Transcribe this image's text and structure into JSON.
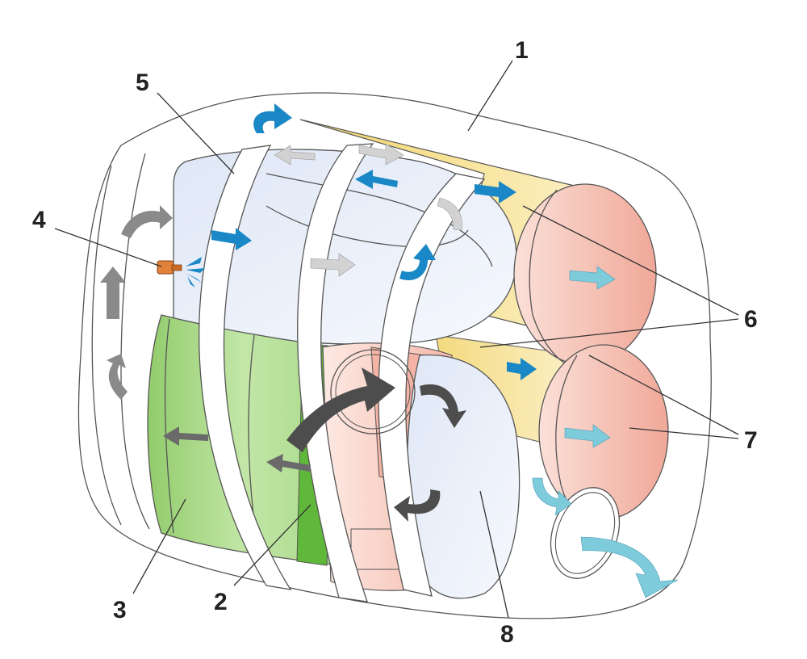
{
  "callouts": [
    {
      "id": "1",
      "label": "1"
    },
    {
      "id": "2",
      "label": "2"
    },
    {
      "id": "3",
      "label": "3"
    },
    {
      "id": "4",
      "label": "4"
    },
    {
      "id": "5",
      "label": "5"
    },
    {
      "id": "6",
      "label": "6"
    },
    {
      "id": "7",
      "label": "7"
    },
    {
      "id": "8",
      "label": "8"
    }
  ],
  "colors": {
    "outline": "#555555",
    "green_substrate": "#a9d98a",
    "green_dark": "#5fb83a",
    "pink_outlet": "#f3b2a4",
    "yellow_channel": "#f6de88",
    "blue_chamber": "#e6edf8",
    "arrow_blue": "#1a87c6",
    "arrow_lightblue": "#7ecbdc",
    "arrow_dark": "#4d4d4d",
    "arrow_grey": "#9a9a9a",
    "arrow_lightgrey": "#d2d2d2",
    "injector": "#e0813a"
  },
  "icons": {
    "injector": "injector-nozzle-icon",
    "spray": "spray-icon"
  }
}
